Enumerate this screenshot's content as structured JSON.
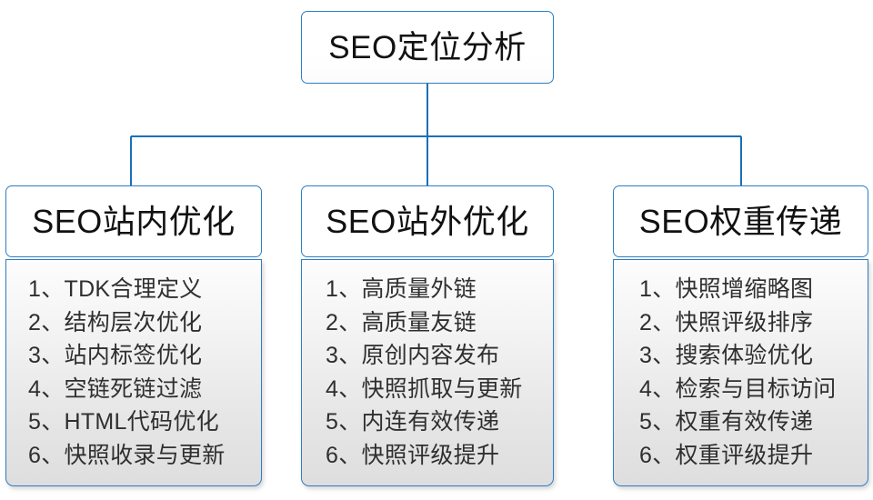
{
  "diagram": {
    "root": {
      "label": "SEO定位分析"
    },
    "colors": {
      "border": "#2e7dc1",
      "connector": "#1a6fb8",
      "header_fill": "#ffffff",
      "body_fill_top": "#fdfdfd",
      "body_fill_bottom": "#dedede",
      "text": "#2f2f2f",
      "heading_text": "#111111"
    },
    "branches": [
      {
        "title": "SEO站内优化",
        "items": [
          "1、TDK合理定义",
          "2、结构层次优化",
          "3、站内标签优化",
          "4、空链死链过滤",
          "5、HTML代码优化",
          "6、快照收录与更新"
        ]
      },
      {
        "title": "SEO站外优化",
        "items": [
          "1、高质量外链",
          "2、高质量友链",
          "3、原创内容发布",
          "4、快照抓取与更新",
          "5、内连有效传递",
          "6、快照评级提升"
        ]
      },
      {
        "title": "SEO权重传递",
        "items": [
          "1、快照增缩略图",
          "2、快照评级排序",
          "3、搜索体验优化",
          "4、检索与目标访问",
          "5、权重有效传递",
          "6、权重评级提升"
        ]
      }
    ]
  }
}
